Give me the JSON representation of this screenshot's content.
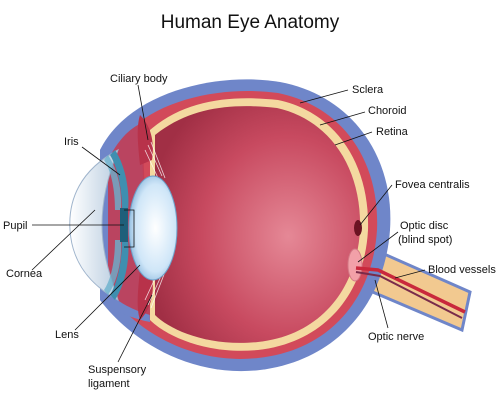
{
  "title": "Human Eye Anatomy",
  "labels": {
    "ciliary_body": "Ciliary body",
    "iris": "Iris",
    "pupil": "Pupil",
    "cornea": "Cornea",
    "lens": "Lens",
    "suspensory_1": "Suspensory",
    "suspensory_2": "ligament",
    "sclera": "Sclera",
    "choroid": "Choroid",
    "retina": "Retina",
    "fovea": "Fovea centralis",
    "optic_disc_1": "Optic disc",
    "optic_disc_2": "(blind spot)",
    "blood_vessels": "Blood vessels",
    "optic_nerve": "Optic nerve"
  },
  "colors": {
    "sclera": "#6f86c9",
    "choroid_band": "#d24a5a",
    "retina_band": "#f4d9a0",
    "vitreous": "#c23d54",
    "vitreous_light": "#e07a8a",
    "cornea": "#dfe8f2",
    "lens": "#d8ecfb",
    "iris": "#3f8fb0",
    "optic_nerve": "#f2c990"
  }
}
